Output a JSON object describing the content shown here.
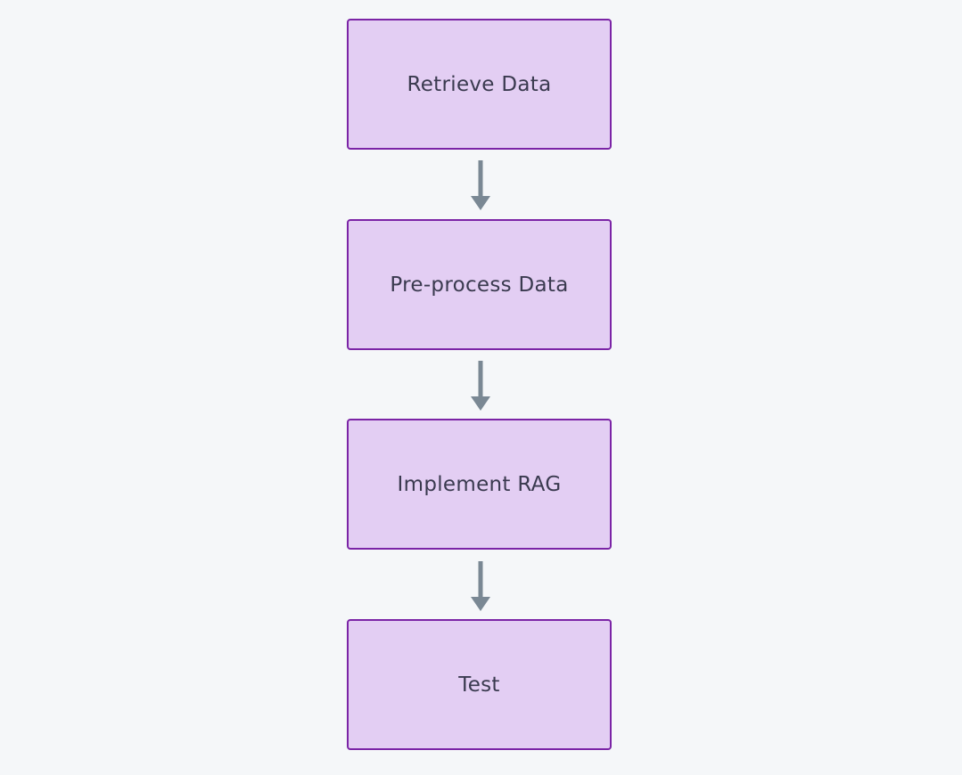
{
  "colors": {
    "background": "#f5f7f9",
    "box_fill": "#e3cef3",
    "box_border": "#7b24a6",
    "text": "#3a3a4f",
    "arrow": "#7a8894"
  },
  "flow": {
    "steps": [
      {
        "label": "Retrieve Data"
      },
      {
        "label": "Pre-process Data"
      },
      {
        "label": "Implement RAG"
      },
      {
        "label": "Test"
      }
    ],
    "arrows": [
      {
        "from": "Retrieve Data",
        "to": "Pre-process Data"
      },
      {
        "from": "Pre-process Data",
        "to": "Implement RAG"
      },
      {
        "from": "Implement RAG",
        "to": "Test"
      }
    ]
  }
}
